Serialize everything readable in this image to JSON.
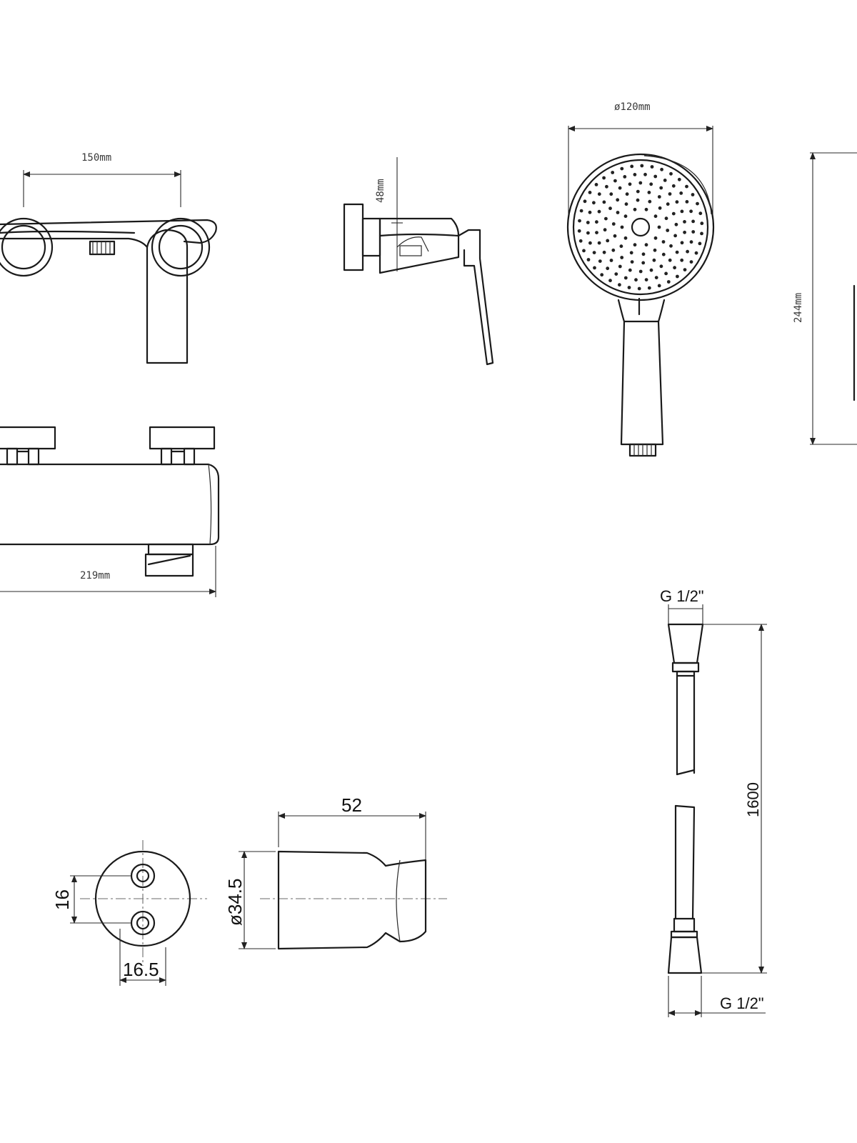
{
  "dimensions": {
    "mixer_top_width": "150mm",
    "mixer_side_depth": "48mm",
    "mixer_front_width": "219mm",
    "handshower_diameter": "ø120mm",
    "handshower_length": "244mm",
    "holder_width": "52",
    "holder_diameter": "ø34.5",
    "holder_hole_spacing": "16",
    "holder_hole_offset": "16.5",
    "hose_length": "1600",
    "hose_thread_top": "G 1/2\"",
    "hose_thread_bottom": "G 1/2\""
  },
  "colors": {
    "line": "#1a1a1a",
    "background": "#ffffff"
  }
}
